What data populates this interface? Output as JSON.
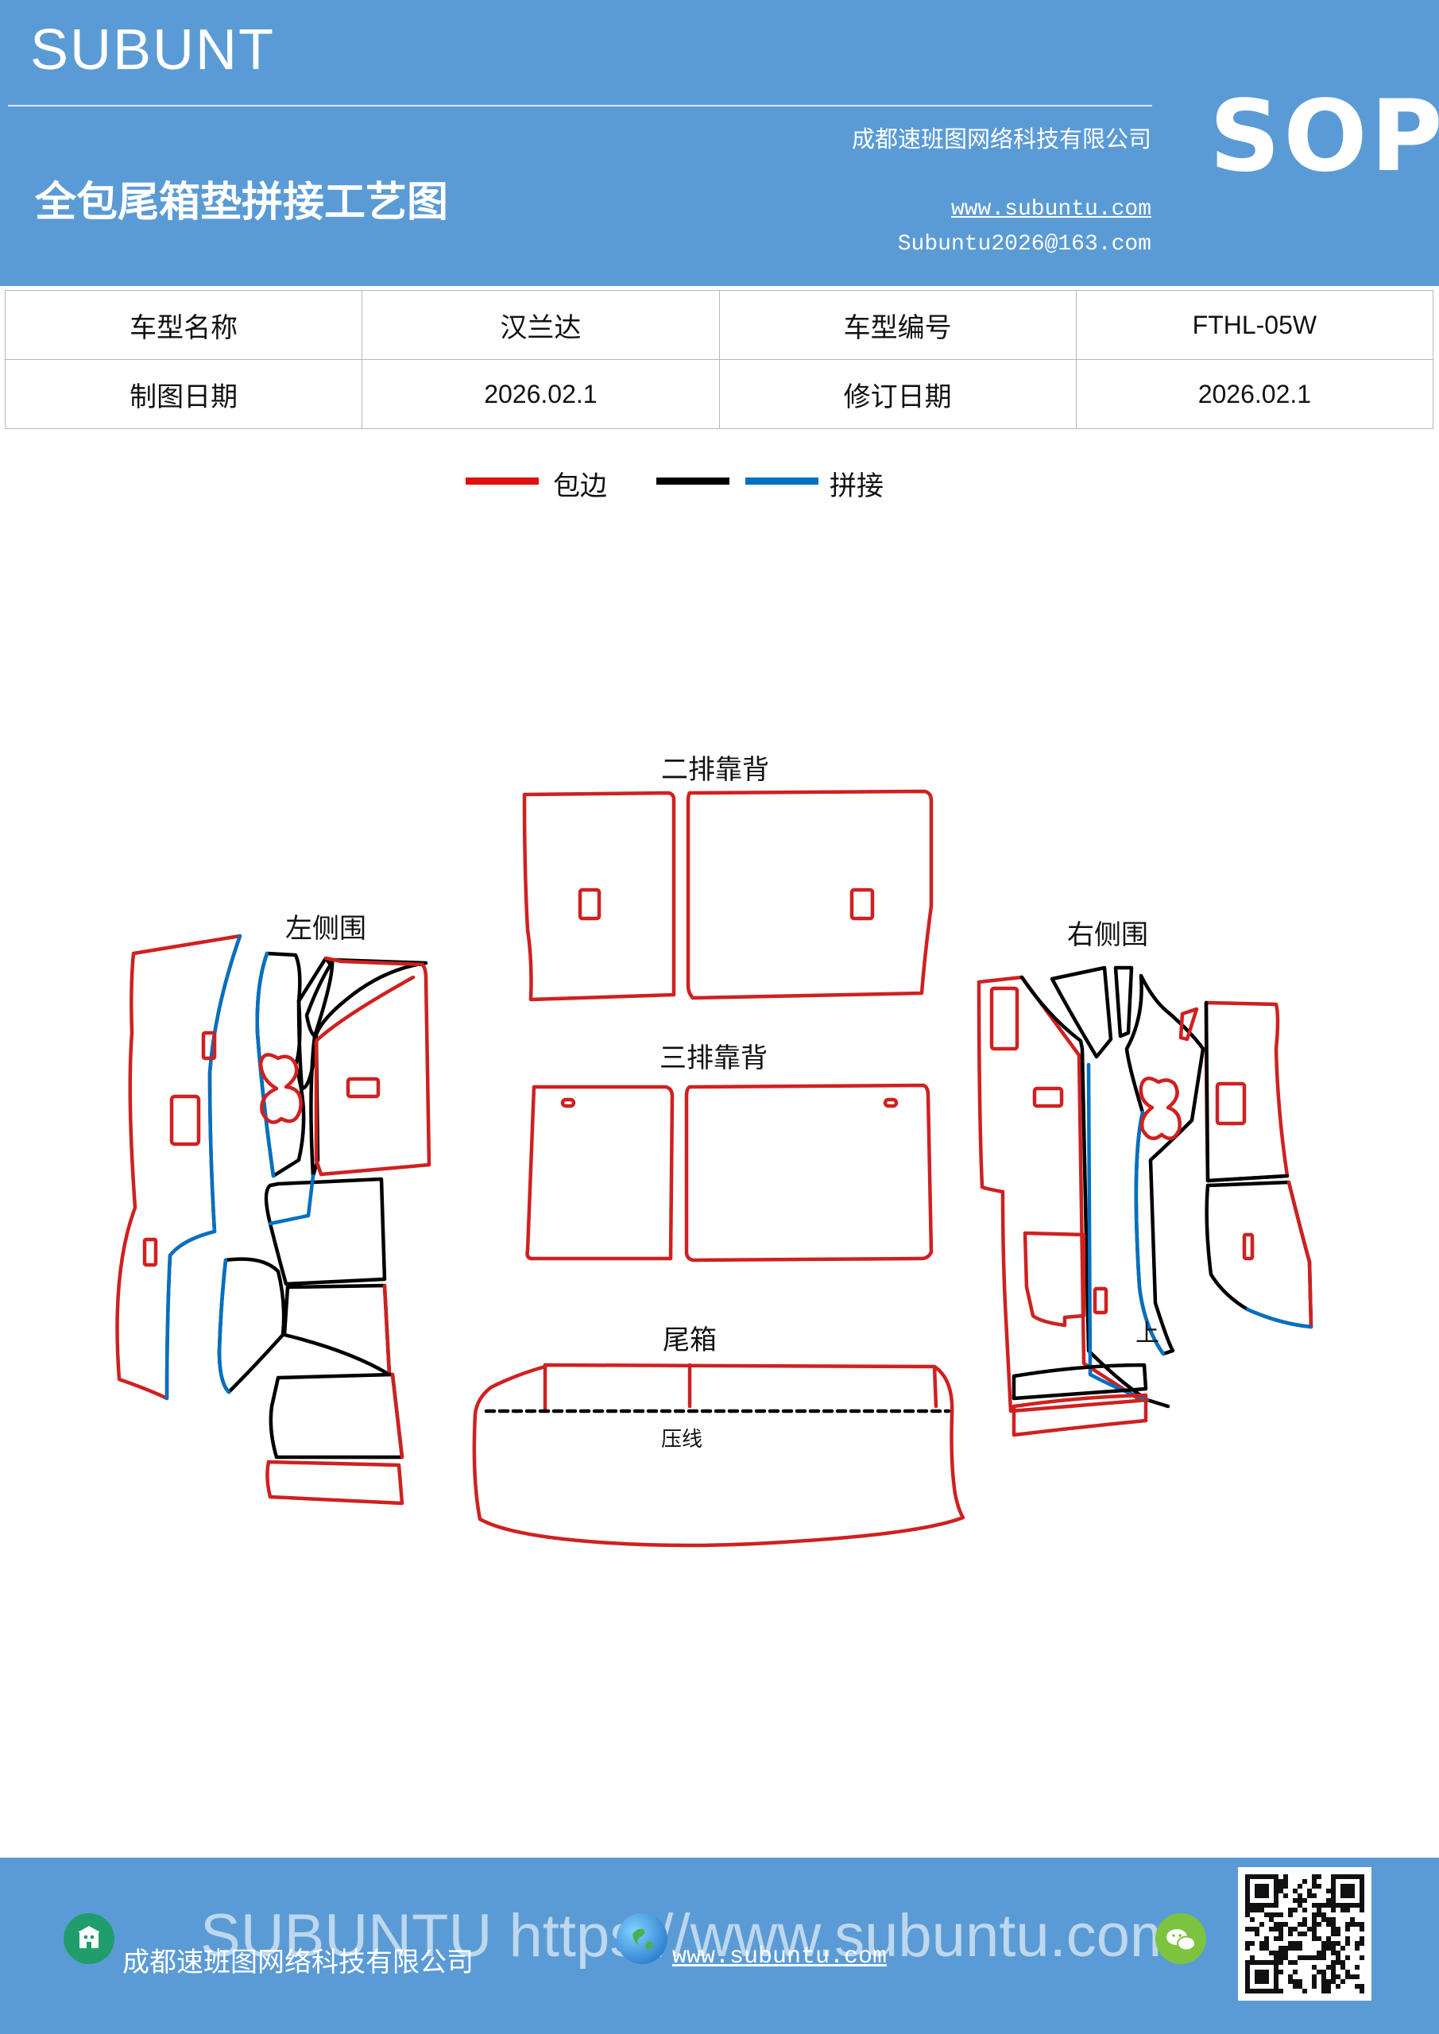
{
  "header": {
    "brand": "SUBUNT",
    "title": "全包尾箱垫拼接工艺图",
    "company": "成都速班图网络科技有限公司",
    "website": "www.subuntu.com",
    "email": "Subuntu2026@163.com",
    "badge": "SOP"
  },
  "info": {
    "model_name_label": "车型名称",
    "model_name": "汉兰达",
    "model_code_label": "车型编号",
    "model_code": "FTHL-05W",
    "draw_date_label": "制图日期",
    "draw_date": "2026.02.1",
    "revise_date_label": "修订日期",
    "revise_date": "2026.02.1"
  },
  "legend": {
    "edge_label": "包边",
    "splice_label": "拼接",
    "colors": {
      "edge": "#e01010",
      "black": "#000000",
      "blue": "#0070c0"
    }
  },
  "diagram": {
    "second_row_back": "二排靠背",
    "third_row_back": "三排靠背",
    "left_side": "左侧围",
    "right_side": "右侧围",
    "trunk": "尾箱",
    "press_line": "压线",
    "up_mark": "上"
  },
  "footer": {
    "watermark": "SUBUNTU https://www.subuntu.com",
    "company": "成都速班图网络科技有限公司",
    "website": "www.subuntu.com",
    "icons": [
      "building-icon",
      "globe-icon",
      "wechat-icon",
      "qr-code"
    ]
  }
}
